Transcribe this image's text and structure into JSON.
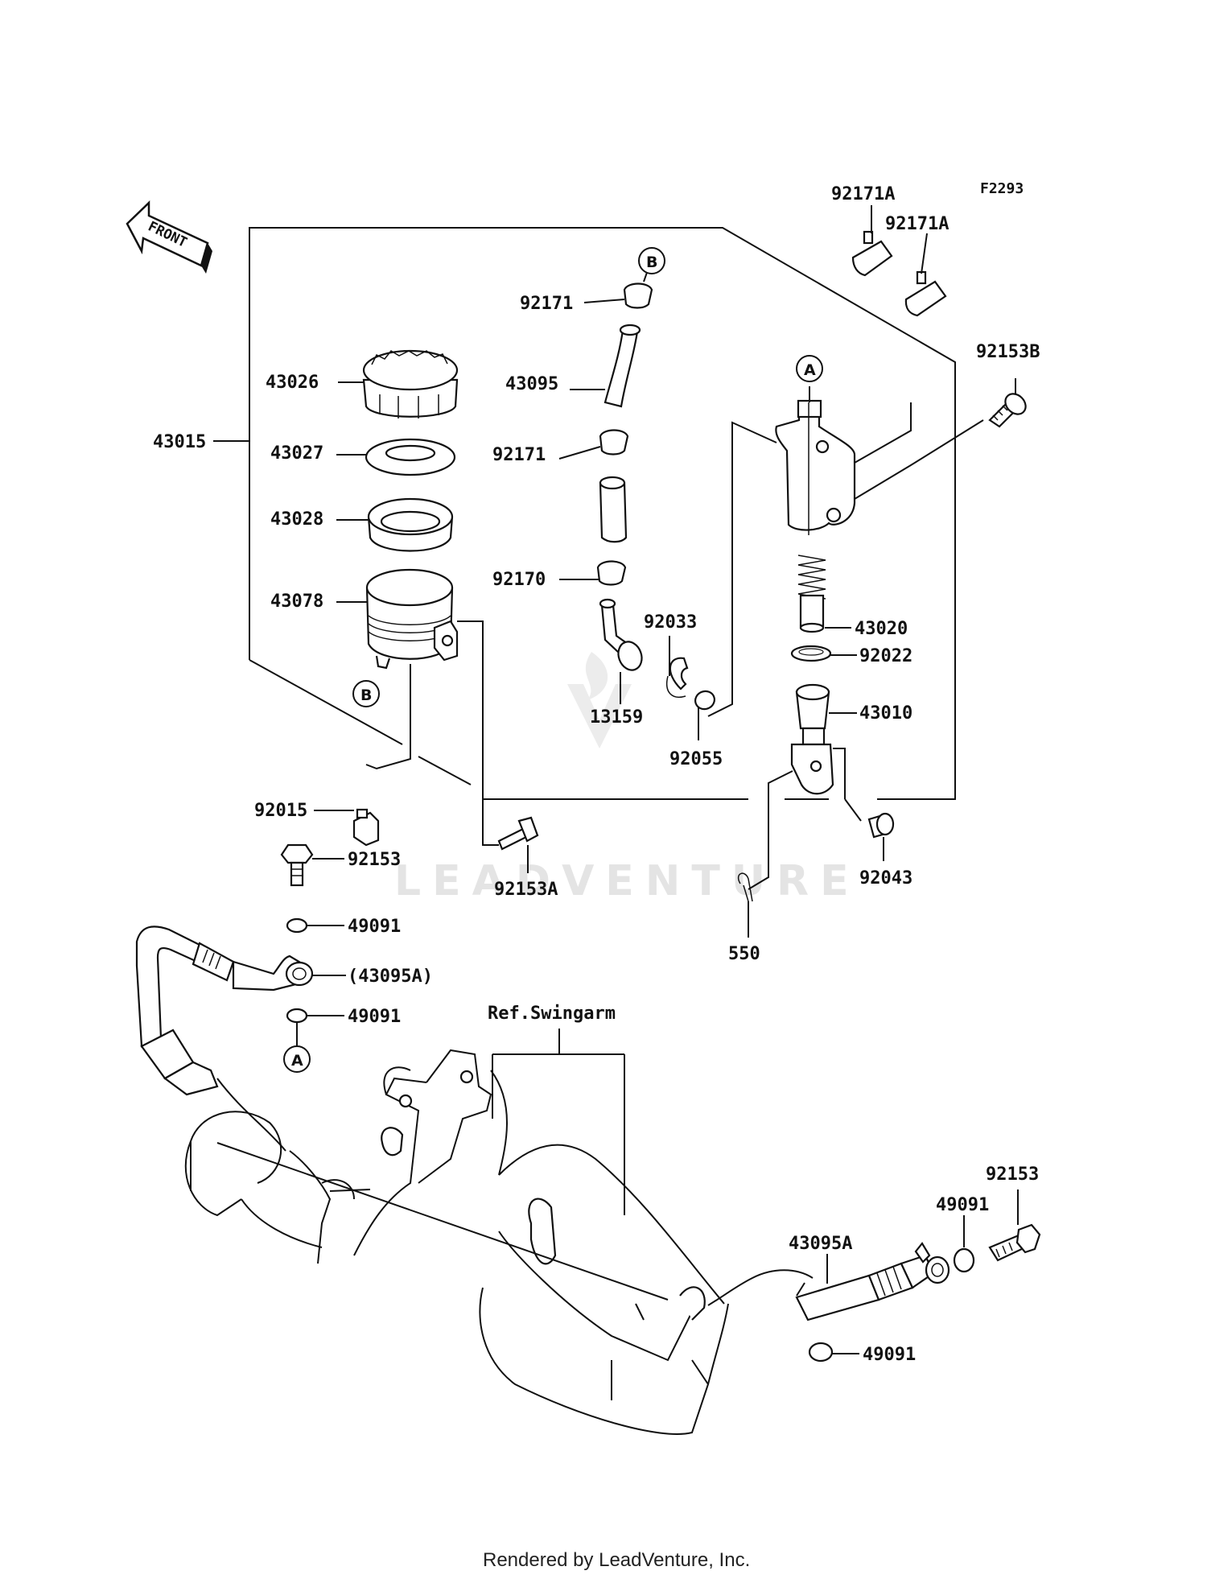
{
  "diagram_id": "F2293",
  "front_label": "FRONT",
  "ref_label": "Ref.Swingarm",
  "watermark": "LEADVENTURE",
  "footer": "Rendered by LeadVenture, Inc.",
  "parts": {
    "p92171A_1": "92171A",
    "p92171A_2": "92171A",
    "p92153B": "92153B",
    "p92171_top": "92171",
    "p43095": "43095",
    "p92171_mid": "92171",
    "p92170": "92170",
    "p43026": "43026",
    "p43015": "43015",
    "p43027": "43027",
    "p43028": "43028",
    "p43078": "43078",
    "p92033": "92033",
    "p13159": "13159",
    "p92055": "92055",
    "p43020": "43020",
    "p92022": "92022",
    "p43010": "43010",
    "p92015": "92015",
    "p92153_top": "92153",
    "p92153A": "92153A",
    "p92043": "92043",
    "p49091_a": "49091",
    "p43095A_paren": "(43095A)",
    "p49091_b": "49091",
    "p550": "550",
    "p92153_bot": "92153",
    "p49091_c": "49091",
    "p43095A": "43095A",
    "p49091_d": "49091"
  },
  "callouts": {
    "a_top": "A",
    "a_bottom": "A",
    "b_top": "B",
    "b_bottom": "B"
  }
}
